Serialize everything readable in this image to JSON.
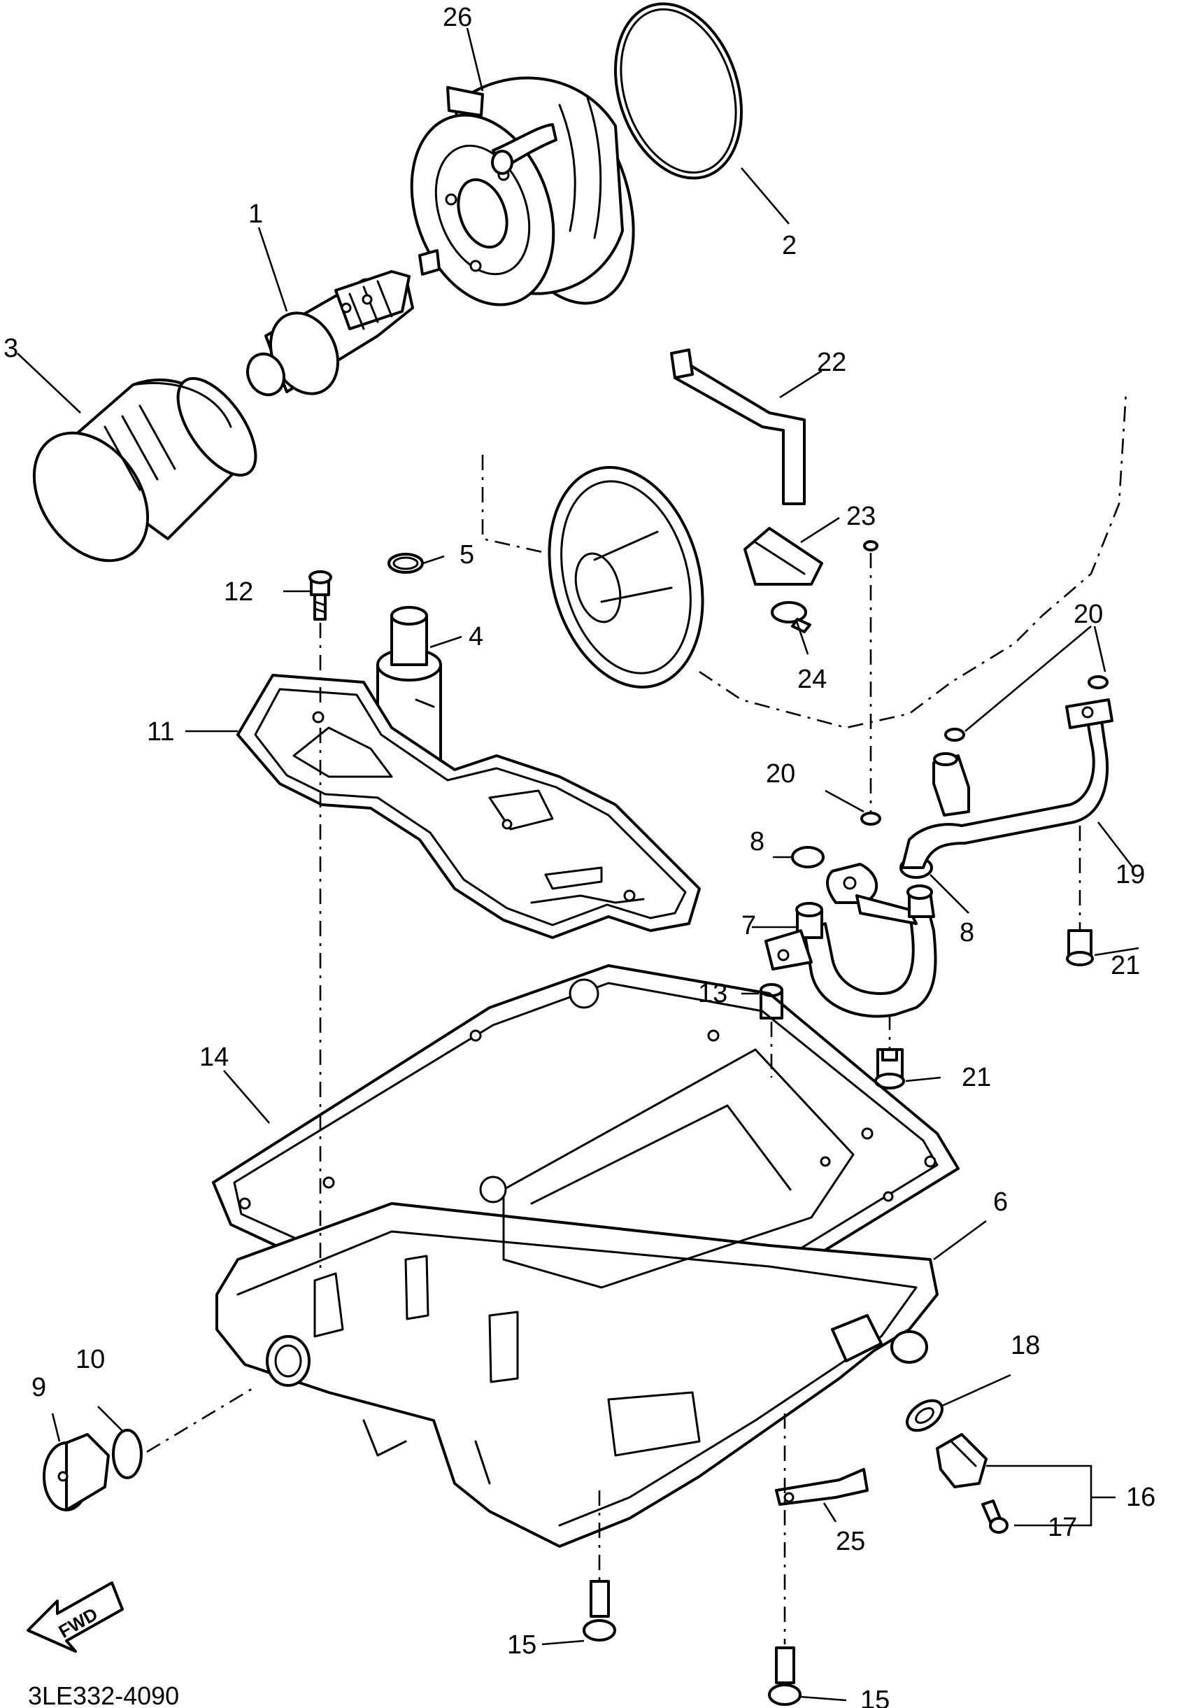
{
  "labels": {
    "l1": "1",
    "l2": "2",
    "l3": "3",
    "l4": "4",
    "l5": "5",
    "l6": "6",
    "l7": "7",
    "l8a": "8",
    "l8b": "8",
    "l9": "9",
    "l10": "10",
    "l11": "11",
    "l12": "12",
    "l13": "13",
    "l14": "14",
    "l15a": "15",
    "l15b": "15",
    "l16": "16",
    "l17": "17",
    "l18": "18",
    "l19": "19",
    "l20a": "20",
    "l20b": "20",
    "l21a": "21",
    "l21b": "21",
    "l22": "22",
    "l23": "23",
    "l24": "24",
    "l25": "25",
    "l26": "26"
  },
  "fwd_arrow": "FWD",
  "diagram_code": "3LE332-4090"
}
